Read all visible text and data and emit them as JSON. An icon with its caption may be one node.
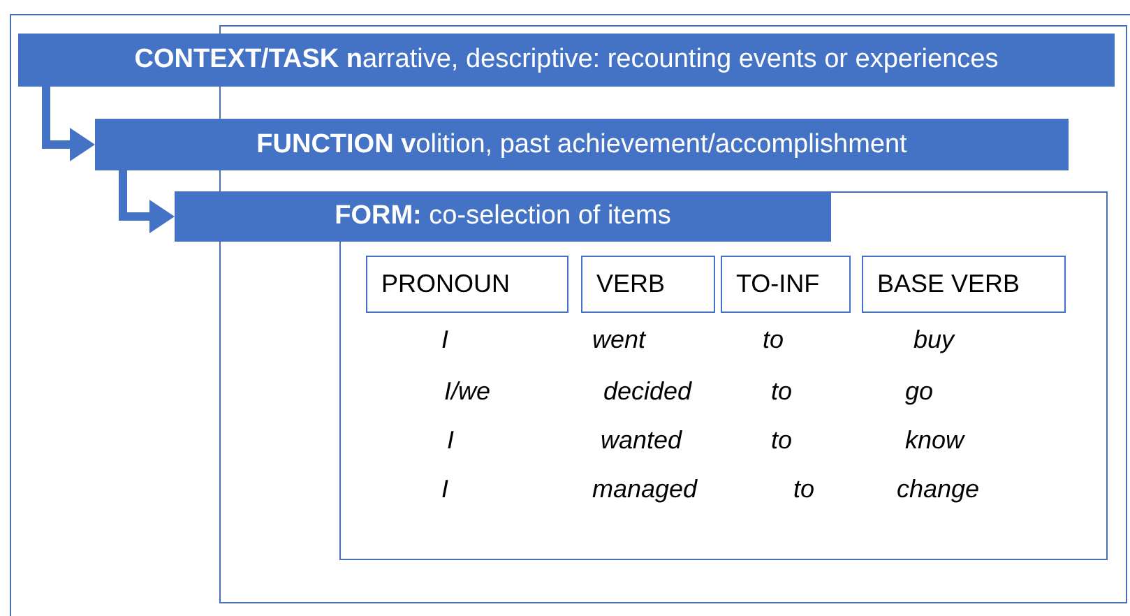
{
  "diagram": {
    "nodes": [
      {
        "text": [
          "**CONTEXT/TASK n**arrative, descriptive: recounting events or experiences"
        ]
      },
      {
        "text": [
          "**FUNCTION v**olition, past achievement/accomplishment"
        ]
      },
      {
        "text": [
          "**FORM:** co-selection of items"
        ]
      },
      {
        "text": [
          "PRONOUN"
        ]
      },
      {
        "text": [
          "VERB"
        ]
      },
      {
        "text": [
          "TO-INF"
        ]
      },
      {
        "text": [
          "BASE VERB"
        ]
      }
    ],
    "edges": [
      {
        "from": 0,
        "to": 1,
        "arrow": "to"
      },
      {
        "from": 1,
        "to": 2,
        "arrow": "to"
      }
    ],
    "labels": [
      "I",
      "went",
      "to",
      "buy",
      "I/we",
      "decided",
      "to",
      "go",
      "I",
      "wanted",
      "to",
      "know",
      "I",
      "managed",
      "to",
      "change"
    ]
  }
}
